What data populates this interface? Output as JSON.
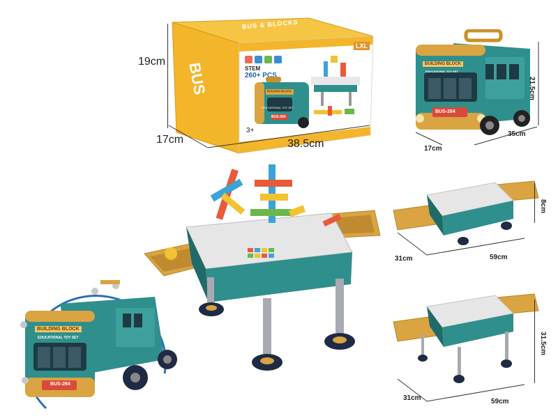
{
  "box": {
    "brand_side": "BUS",
    "title_strip": "BUS & BLOCKS",
    "stem": "STEM",
    "pieces": "260+ PCS",
    "age": "3+",
    "logo": "LXL",
    "bus_sign": "BUILDING BLOCK",
    "bus_plate": "BUS-264",
    "bus_banner": "EDUCATIONAL TOY SET",
    "dims": {
      "height": "19cm",
      "depth": "17cm",
      "width": "38.5cm"
    }
  },
  "bus_closed": {
    "sign": "BUILDING BLOCK",
    "banner": "EDUCATIONAL TOY SET",
    "plate": "BUS-264",
    "dims": {
      "depth": "17cm",
      "width": "35cm",
      "height": "21.5cm"
    }
  },
  "bus_detail": {
    "sign": "BUILDING BLOCK",
    "banner": "EDUCATIONAL TOY SET",
    "plate": "BUS-264"
  },
  "table_low": {
    "dims": {
      "depth": "31cm",
      "width": "59cm",
      "height": "8cm"
    }
  },
  "table_high": {
    "dims": {
      "depth": "31cm",
      "width": "59cm",
      "height": "31.5cm"
    }
  },
  "colors": {
    "teal": "#2f8f8c",
    "teal_dark": "#1f6b69",
    "mustard": "#d9a441",
    "box_yellow": "#f3b52a",
    "red_plate": "#d94a3a"
  }
}
